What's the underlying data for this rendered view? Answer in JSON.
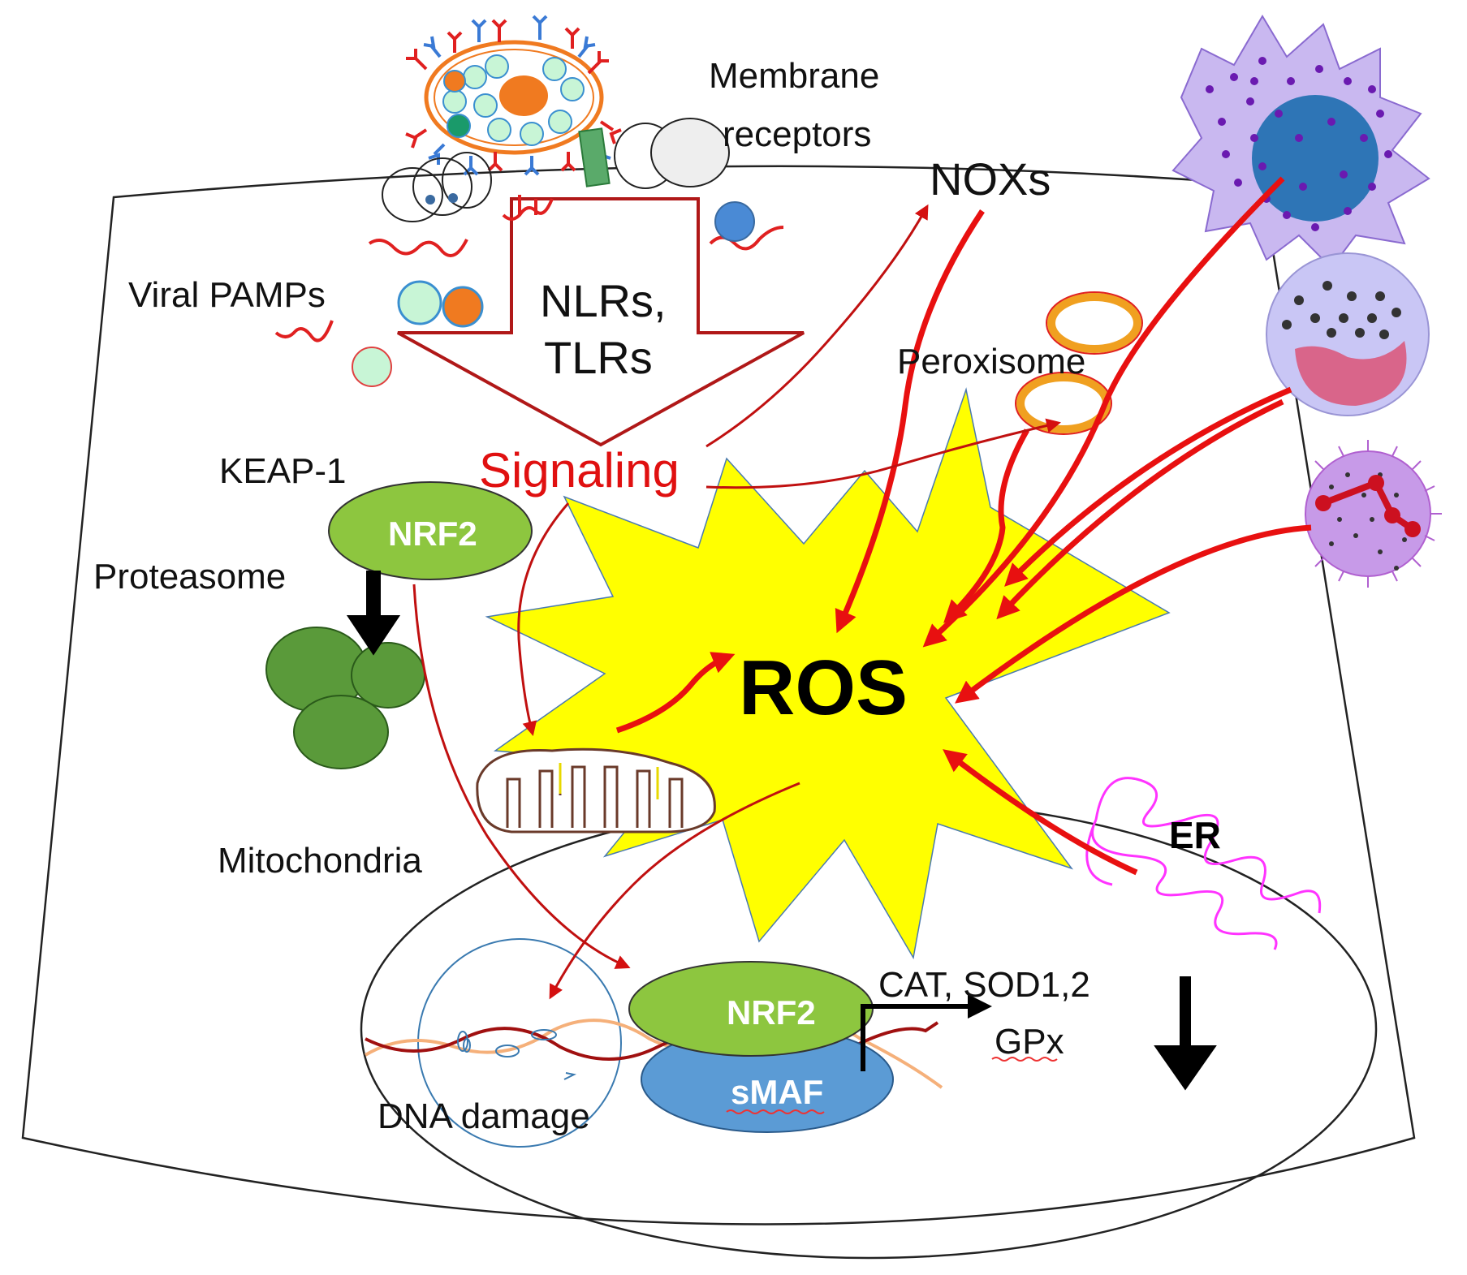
{
  "labels": {
    "membrane_receptors_1": "Membrane",
    "membrane_receptors_2": "receptors",
    "noxs": "NOXs",
    "viral_pamps": "Viral PAMPs",
    "nlrs": "NLRs,",
    "tlrs": "TLRs",
    "peroxisome": "Peroxisome",
    "keap1": "KEAP-1",
    "signaling": "Signaling",
    "nrf2_cyto": "NRF2",
    "proteasome": "Proteasome",
    "ros": "ROS",
    "mitochondria": "Mitochondria",
    "er": "ER",
    "nrf2_nuc": "NRF2",
    "smaf": "sMAF",
    "cat_sod": "CAT, SOD1,2",
    "gpx": "GPx",
    "dna_damage": "DNA damage"
  },
  "colors": {
    "arrow_red": "#e81010",
    "dark_red": "#8b0a0a",
    "nrf2_green": "#8dc63f",
    "smaf_blue": "#5b9bd5",
    "ros_yellow": "#ffff00",
    "proteasome_green": "#5a9a3a",
    "er_magenta": "#ff33ff"
  }
}
